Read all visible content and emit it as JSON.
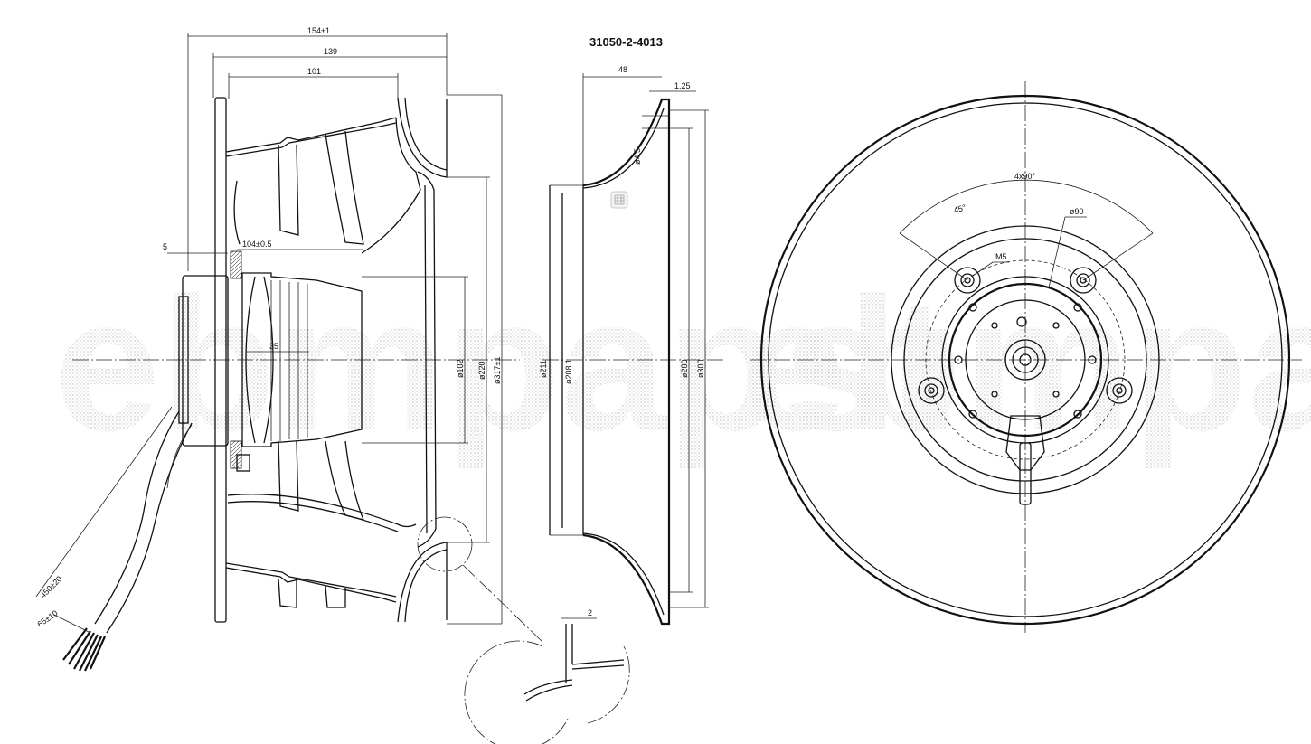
{
  "title": "31050-2-4013",
  "watermark": "ebmpapst",
  "side_view": {
    "dim_overall_length": "154±1",
    "dim_139": "139",
    "dim_101": "101",
    "dim_104": "104±0.5",
    "dim_5": "5",
    "dim_35": "35",
    "dim_d102": "ø102",
    "dim_d220": "ø220",
    "dim_d317": "ø317±1",
    "cable_length": "450±20",
    "strip_length": "65±10"
  },
  "ring_view": {
    "dim_48": "48",
    "dim_1_25": "1.25",
    "dim_d4_5": "ø4.5",
    "dim_d211": "ø211",
    "dim_d208_1": "ø208.1",
    "dim_d280": "ø280",
    "dim_d300": "ø300",
    "detail_dim_2": "2"
  },
  "front_view": {
    "dim_4x90": "4x90°",
    "dim_45": "45°",
    "dim_d90": "ø90",
    "thread_m5": "M5"
  }
}
